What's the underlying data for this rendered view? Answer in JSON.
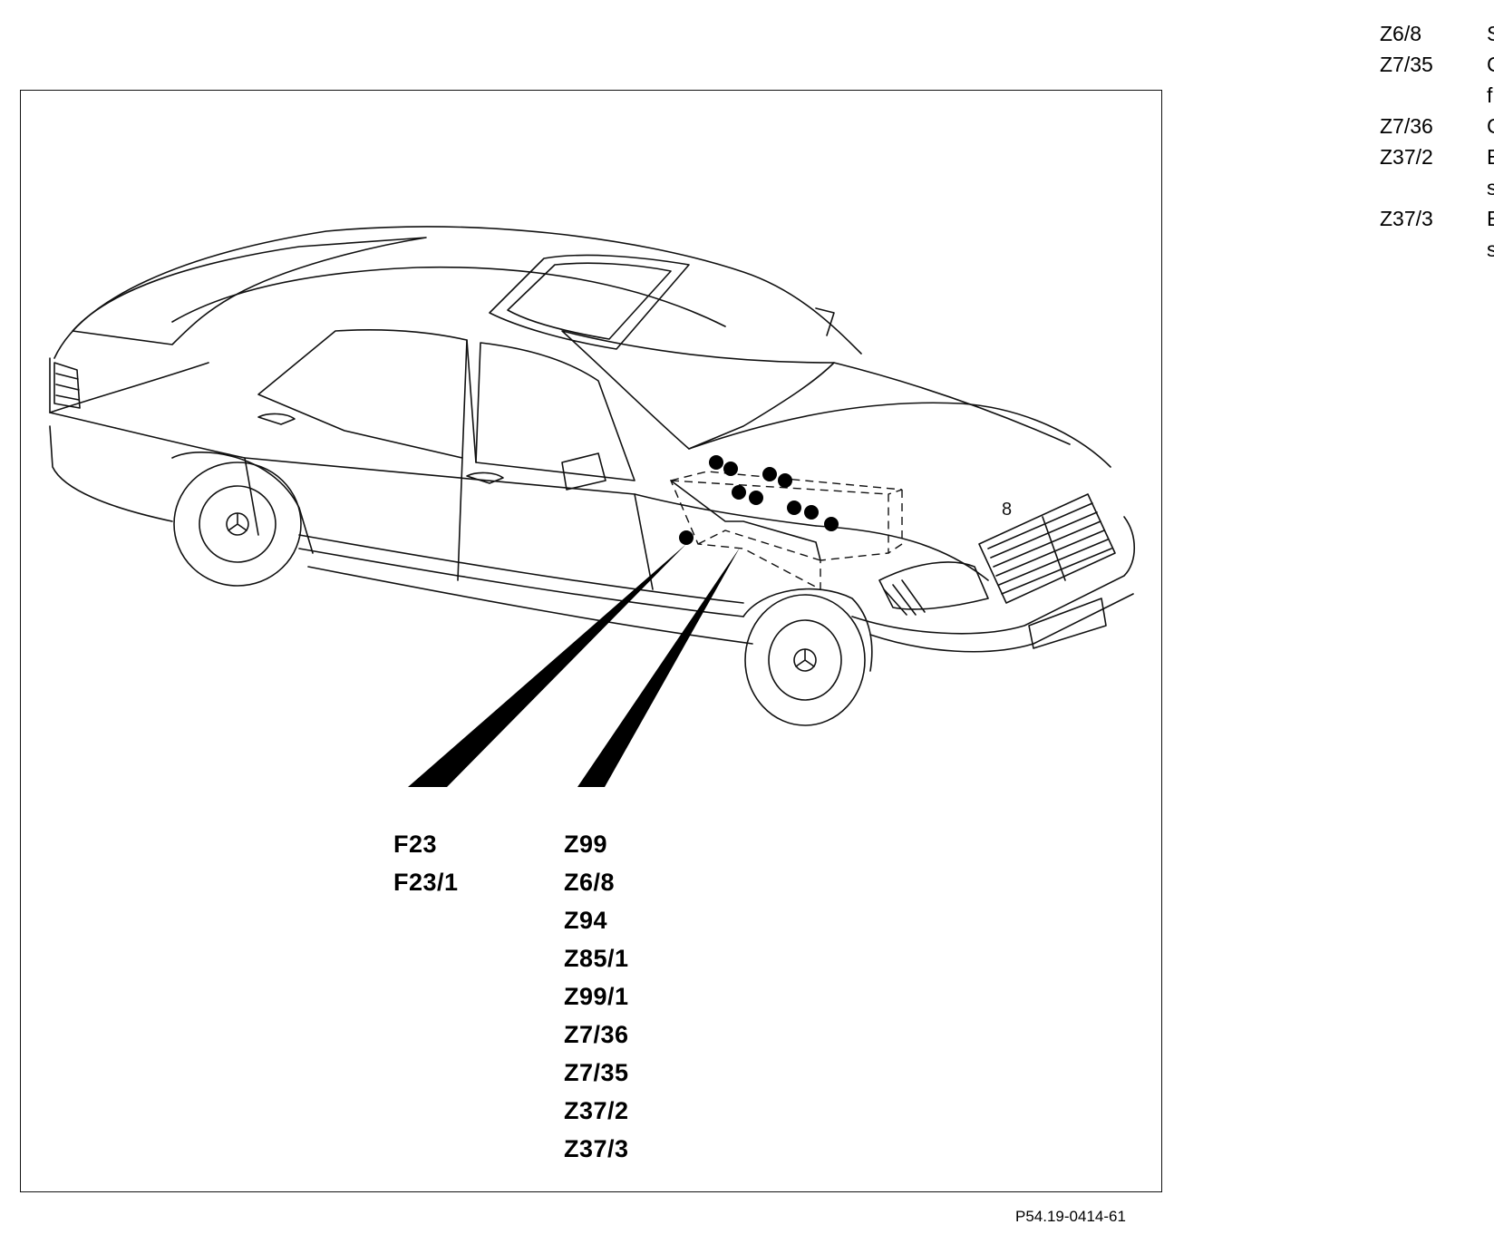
{
  "diagram": {
    "callouts_left": [
      "F23",
      "F23/1"
    ],
    "callouts_right": [
      "Z99",
      "Z6/8",
      "Z94",
      "Z85/1",
      "Z99/1",
      "Z7/36",
      "Z7/35",
      "Z37/2",
      "Z37/3"
    ],
    "figure_id": "P54.19-0414-61",
    "hood_emblem": "8"
  },
  "legend": {
    "rows": [
      {
        "code": "Z6/8",
        "desc": "S",
        "cont": ""
      },
      {
        "code": "Z7/35",
        "desc": "C",
        "cont": "f"
      },
      {
        "code": "Z7/36",
        "desc": "C",
        "cont": ""
      },
      {
        "code": "Z37/2",
        "desc": "E",
        "cont": "s"
      },
      {
        "code": "Z37/3",
        "desc": "E",
        "cont": "s"
      }
    ]
  }
}
